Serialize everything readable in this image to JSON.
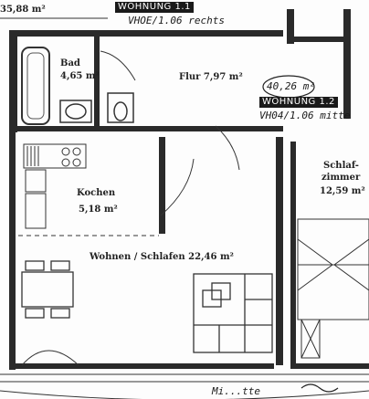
{
  "units": [
    {
      "tag": "WOHNUNG 1.1",
      "note": "VHOE/1.06 rechts"
    },
    {
      "tag": "WOHNUNG 1.2",
      "area_note": "40,26 m²",
      "note": "VH04/1.06 mitte"
    }
  ],
  "rooms": {
    "top_left_area": "35,88 m²",
    "bad_name": "Bad",
    "bad_area": "4,65 m²",
    "flur": "Flur 7,97 m²",
    "kochen_name": "Kochen",
    "kochen_area": "5,18 m²",
    "wohnen": "Wohnen / Schlafen  22,46 m²",
    "schlaf_name_1": "Schlaf-",
    "schlaf_name_2": "zimmer",
    "schlaf_area": "12,59 m²"
  },
  "footer_scribble": "Mi...tte"
}
